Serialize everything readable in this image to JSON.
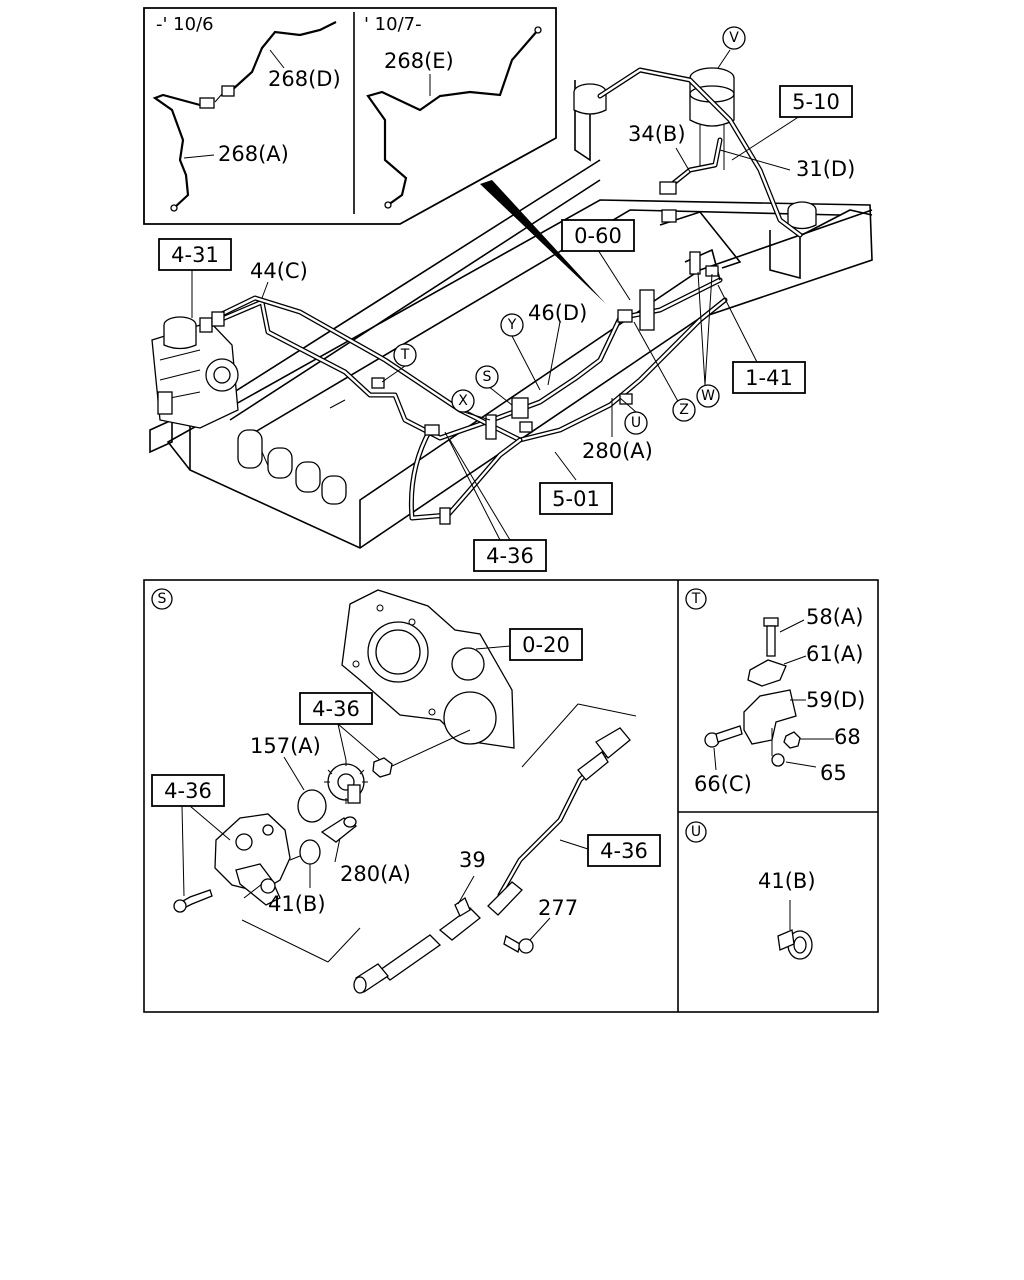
{
  "inset_variants": {
    "left_period": "-' 10/6",
    "right_period": "' 10/7-",
    "labels": [
      "268(D)",
      "268(A)",
      "268(E)"
    ]
  },
  "overview": {
    "boxed_refs": [
      "4-31",
      "5-10",
      "0-60",
      "1-41",
      "5-01",
      "4-36"
    ],
    "part_labels": [
      "44(C)",
      "34(B)",
      "31(D)",
      "46(D)",
      "280(A)"
    ],
    "circle_callouts": [
      "V",
      "T",
      "S",
      "Y",
      "X",
      "U",
      "Z",
      "W"
    ]
  },
  "detail_S": {
    "marker": "S",
    "boxed_refs": [
      "0-20",
      "4-36",
      "4-36",
      "4-36"
    ],
    "part_labels": [
      "157(A)",
      "280(A)",
      "41(B)",
      "39",
      "277"
    ]
  },
  "detail_T": {
    "marker": "T",
    "part_labels": [
      "58(A)",
      "61(A)",
      "59(D)",
      "68",
      "66(C)",
      "65"
    ]
  },
  "detail_U": {
    "marker": "U",
    "part_labels": [
      "41(B)"
    ]
  }
}
